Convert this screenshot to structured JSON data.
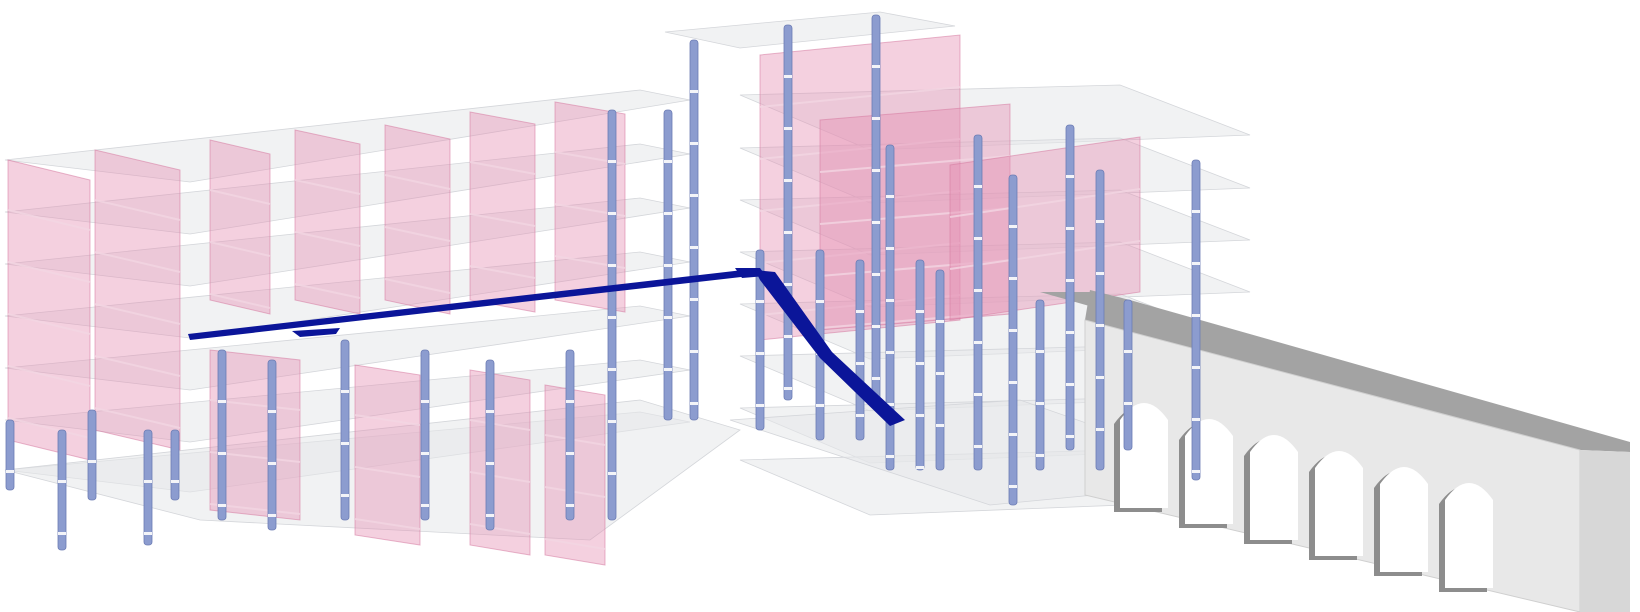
{
  "scene": {
    "colors": {
      "background": "#ffffff",
      "shear_wall": "#e58fb2",
      "column": "#8c9ccf",
      "floor_slab": "#e6e7ea",
      "transfer_beam": "#0b1599",
      "arcade": "#a3a3a3"
    },
    "components": [
      "floor-slab",
      "shear-wall",
      "column",
      "transfer-beam",
      "arcade-corridor"
    ]
  }
}
